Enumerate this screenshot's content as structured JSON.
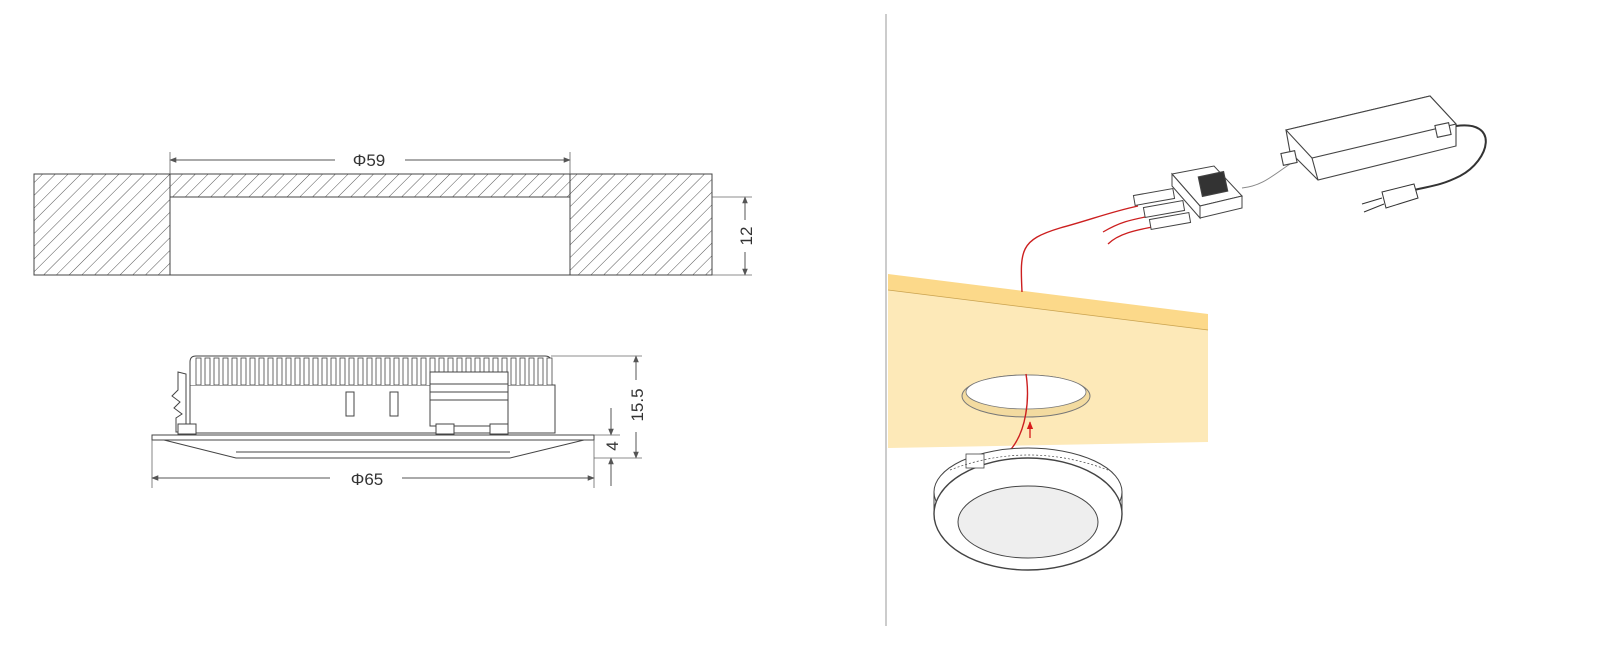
{
  "cutout": {
    "diameter_label": "Φ59",
    "depth_label": "12"
  },
  "fixture": {
    "diameter_label": "Φ65",
    "height_label": "15.5",
    "flange_label": "4"
  },
  "colors": {
    "wood": "#fde9b8",
    "wood_edge": "#fcd98a",
    "wire": "#cc1f1f",
    "line": "#555555",
    "arrow": "#d81b1b"
  }
}
